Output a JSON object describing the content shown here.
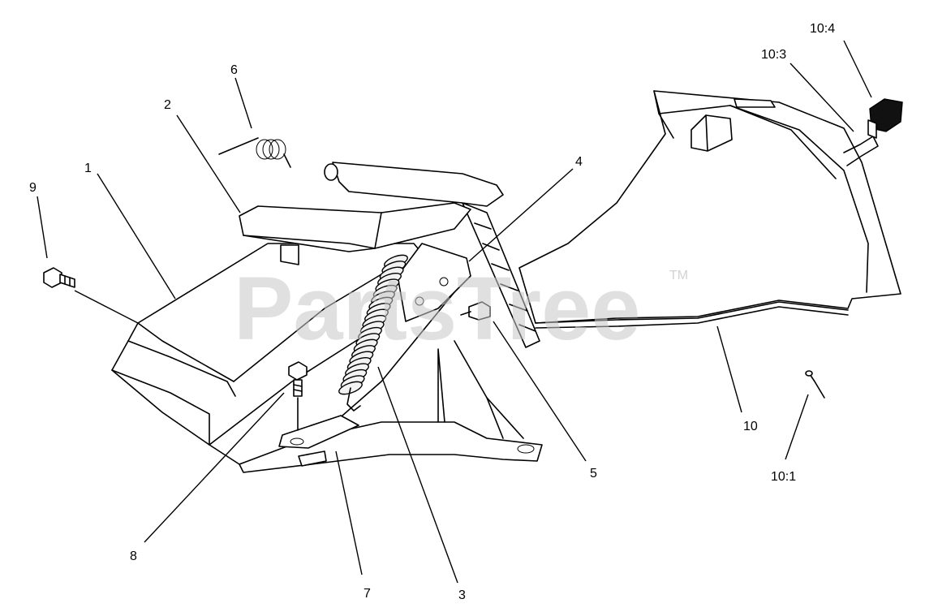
{
  "watermark": {
    "text": "PartsTree",
    "trademark": "TM",
    "color": "#c8c8c8"
  },
  "callouts": {
    "c1": "1",
    "c2": "2",
    "c3": "3",
    "c4": "4",
    "c5": "5",
    "c6": "6",
    "c7": "7",
    "c8": "8",
    "c9": "9",
    "c10": "10",
    "c10_1": "10:1",
    "c10_3": "10:3",
    "c10_4": "10:4"
  }
}
